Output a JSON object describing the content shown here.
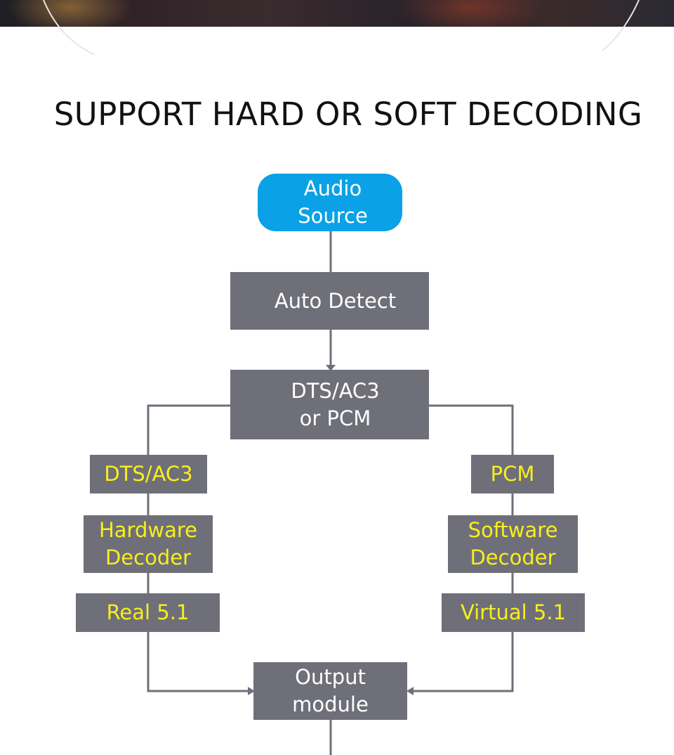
{
  "title": "SUPPORT HARD OR SOFT DECODING",
  "nodes": {
    "audio_source": "Audio\nSource",
    "auto_detect": "Auto Detect",
    "format_select": "DTS/AC3\nor PCM",
    "dts_ac3": "DTS/AC3",
    "pcm": "PCM",
    "hardware_decoder": "Hardware\nDecoder",
    "software_decoder": "Software\nDecoder",
    "real_51": "Real 5.1",
    "virtual_51": "Virtual 5.1",
    "output_module": "Output\nmodule"
  },
  "colors": {
    "node_fill": "#6f6f79",
    "source_fill": "#0aa1e6",
    "connector": "#6f6f79",
    "highlight_text": "#f7ef1c",
    "banner": "#2a2228"
  }
}
